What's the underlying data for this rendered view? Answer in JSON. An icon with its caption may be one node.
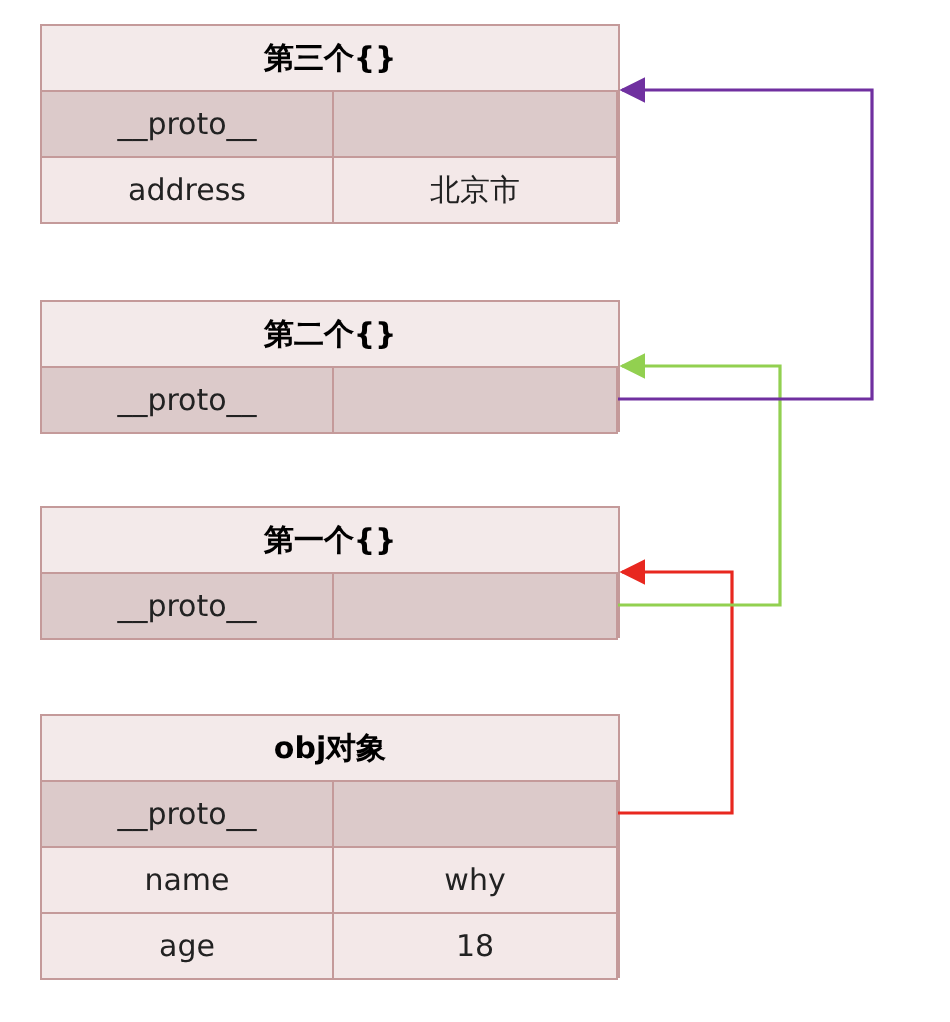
{
  "diagram": {
    "nodes": [
      {
        "text": [
          "第三个{}"
        ]
      },
      {
        "text": [
          "__proto__"
        ],
        "in": 0
      },
      {
        "text": [],
        "shape": "box",
        "in": 0
      },
      {
        "text": [
          "address"
        ],
        "in": 0
      },
      {
        "text": [
          "北京市"
        ],
        "in": 0
      },
      {
        "text": [
          "第二个{}"
        ]
      },
      {
        "text": [
          "__proto__"
        ],
        "in": 5
      },
      {
        "text": [],
        "shape": "box",
        "in": 5
      },
      {
        "text": [
          "第一个{}"
        ]
      },
      {
        "text": [
          "__proto__"
        ],
        "in": 8
      },
      {
        "text": [],
        "shape": "box",
        "in": 8
      },
      {
        "text": [
          "obj对象"
        ]
      },
      {
        "text": [
          "__proto__"
        ],
        "in": 11
      },
      {
        "text": [],
        "shape": "box",
        "in": 11
      },
      {
        "text": [
          "name"
        ],
        "in": 11
      },
      {
        "text": [
          "why"
        ],
        "in": 11
      },
      {
        "text": [
          "age"
        ],
        "in": 11
      },
      {
        "text": [
          "18"
        ],
        "in": 11
      }
    ],
    "edges": [
      {
        "from": 13,
        "to": 8,
        "arrow": "to",
        "color": "#e8271f"
      },
      {
        "from": 10,
        "to": 5,
        "arrow": "to",
        "color": "#92d050"
      },
      {
        "from": 7,
        "to": 0,
        "arrow": "to",
        "color": "#7030a0"
      }
    ]
  }
}
